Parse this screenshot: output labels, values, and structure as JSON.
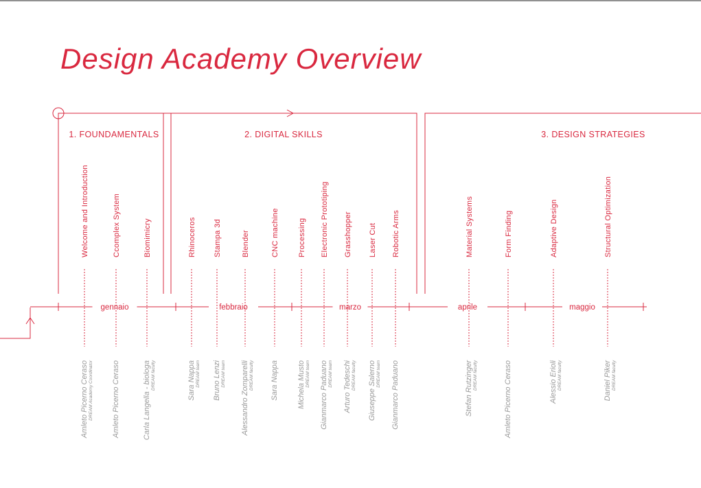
{
  "title": "Design Academy Overview",
  "colors": {
    "accent": "#d9283f",
    "name": "#9a9a9a",
    "role": "#8a8a8a",
    "border": "#222222"
  },
  "sections": [
    {
      "label": "1. FOUNDAMENTALS"
    },
    {
      "label": "2. DIGITAL SKILLS"
    },
    {
      "label": "3. DESIGN STRATEGIES"
    }
  ],
  "months": [
    "gennaio",
    "febbraio",
    "marzo",
    "aprile",
    "maggio"
  ],
  "topics": [
    {
      "title": "Welcome and Introduction",
      "name": "Amleto Picerno Ceraso",
      "role": "DREAM Academy Coordinator"
    },
    {
      "title": "Ccomplex System",
      "name": "Amleto Picerno Ceraso",
      "role": ""
    },
    {
      "title": "Biomimicry",
      "name": "Carla Langella - biologa",
      "role": "DREAM faculty"
    },
    {
      "title": "Rhinoceros",
      "name": "Sara Nappa",
      "role": "DREAM team"
    },
    {
      "title": "Stampa 3d",
      "name": "Bruno Lenzi",
      "role": "DREAM team"
    },
    {
      "title": "Blender",
      "name": "Alessandro Zomparelli",
      "role": "DREAM faculty"
    },
    {
      "title": "CNC machine",
      "name": "Sara Nappa",
      "role": ""
    },
    {
      "title": "Processing",
      "name": "Michela Musto",
      "role": "DREAM team"
    },
    {
      "title": "Electronic Prototiping",
      "name": "Gianmarco Paduano",
      "role": "DREAM team"
    },
    {
      "title": "Grasshopper",
      "name": "Arturo Tedeschi",
      "role": "DREAM faculty"
    },
    {
      "title": "Laser Cut",
      "name": "Giuseppe Salerno",
      "role": "DREAM team"
    },
    {
      "title": "Robotic Arms",
      "name": "Gianmarco Paduano",
      "role": ""
    },
    {
      "title": "Material Systems",
      "name": "Stefan Rutzinger",
      "role": "DREAM faculty"
    },
    {
      "title": "Form Finding",
      "name": "Amleto Picerno Ceraso",
      "role": ""
    },
    {
      "title": "Adaptive Design",
      "name": "Alessio Erioli",
      "role": "DREAM faculty"
    },
    {
      "title": "Structural Optimization",
      "name": "Daniel Piker",
      "role": "DREAM faculty"
    }
  ]
}
